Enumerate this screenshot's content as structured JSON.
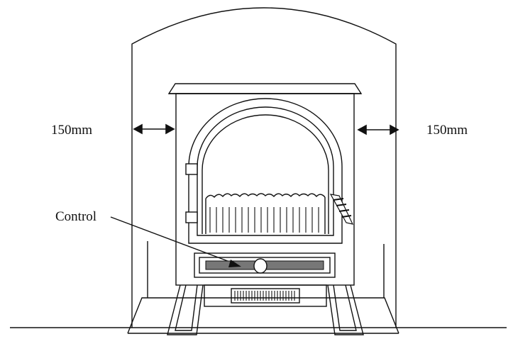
{
  "labels": {
    "left_clearance": "150mm",
    "right_clearance": "150mm",
    "control": "Control"
  },
  "colors": {
    "line": "#111111",
    "background": "#ffffff",
    "fill_dark": "#222222",
    "control_bar": "#777777"
  }
}
